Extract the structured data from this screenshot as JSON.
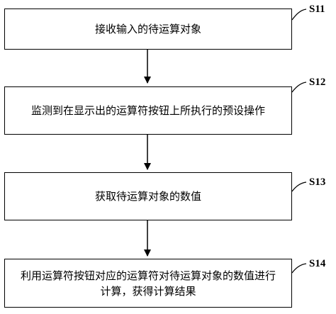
{
  "steps": [
    {
      "id": "S11",
      "text": "接收输入的待运算对象"
    },
    {
      "id": "S12",
      "text": "监测到在显示出的运算符按钮上所执行的预设操作"
    },
    {
      "id": "S13",
      "text": "获取待运算对象的数值"
    },
    {
      "id": "S14",
      "text": "利用运算符按钮对应的运算符对待运算对象的数值进行计算，获得计算结果"
    }
  ],
  "colors": {
    "line": "#000000",
    "background": "#ffffff"
  }
}
